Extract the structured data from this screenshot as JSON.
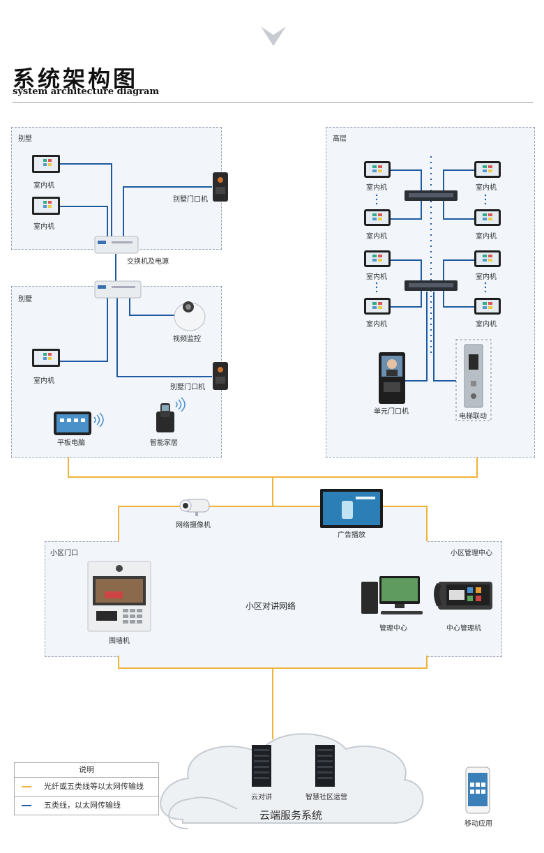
{
  "header": {
    "title": "系统架构图",
    "subtitle": "system architecture diagram"
  },
  "colors": {
    "orange_line": "#f0b33a",
    "blue_line": "#1f5aa0",
    "zone_bg": "#f2f6fb"
  },
  "villa_top": {
    "label": "别墅",
    "indoor_1": "室内机",
    "indoor_2": "室内机",
    "door_station": "别墅门口机"
  },
  "switch_label": "交换机及电源",
  "villa_bottom": {
    "label": "别墅",
    "camera": "视频监控",
    "indoor": "室内机",
    "door_station": "别墅门口机",
    "tablet": "平板电脑",
    "smart_home": "智能家居"
  },
  "highrise": {
    "label": "高层",
    "indoor_labels": [
      "室内机",
      "室内机",
      "室内机",
      "室内机",
      "室内机",
      "室内机",
      "室内机",
      "室内机"
    ],
    "unit_door": "单元门口机",
    "elevator": "电梯联动"
  },
  "community": {
    "network_camera": "网络摄像机",
    "ad_display": "广告播放",
    "gate_zone": "小区门口",
    "gate_device": "围墙机",
    "center_text": "小区对讲网络",
    "mgmt_zone": "小区管理中心",
    "mgmt_center": "管理中心",
    "center_console": "中心管理机"
  },
  "cloud": {
    "title": "云端服务系统",
    "server_1": "云对讲",
    "server_2": "智慧社区运营"
  },
  "mobile": "移动应用",
  "legend": {
    "header": "说明",
    "items": [
      {
        "text": "光纤或五类线等以太网传输线",
        "color": "#f0b33a"
      },
      {
        "text": "五类线，以太网传输线",
        "color": "#1f5aa0"
      }
    ]
  }
}
